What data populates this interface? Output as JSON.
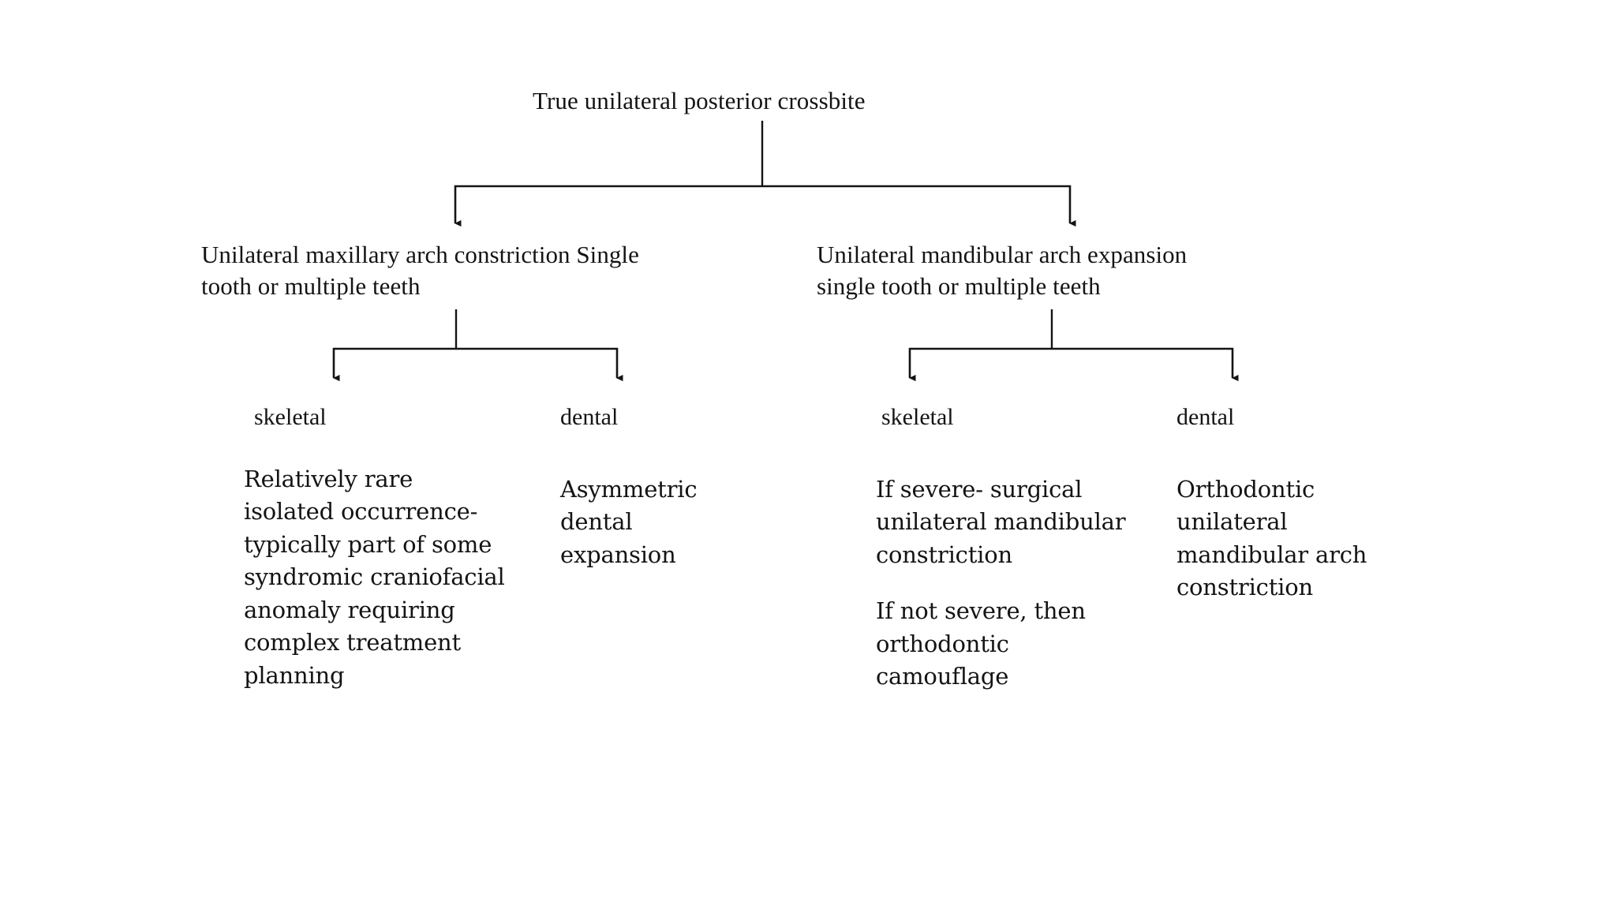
{
  "diagram": {
    "title_node": {
      "label": "True unilateral posterior crossbite"
    },
    "branches": [
      {
        "id": "maxillary",
        "label_line_1": "Unilateral maxillary arch constriction Single",
        "label_line_2": "tooth or multiple teeth",
        "children": [
          {
            "id": "maxillary-skeletal",
            "category": "skeletal",
            "detail": "Relatively rare isolated occurrence-typically part of some syndromic craniofacial anomaly requiring complex treatment planning"
          },
          {
            "id": "maxillary-dental",
            "category": "dental",
            "detail": "Asymmetric dental expansion"
          }
        ]
      },
      {
        "id": "mandibular",
        "label_line_1": "Unilateral mandibular arch expansion",
        "label_line_2": "single tooth or multiple teeth",
        "children": [
          {
            "id": "mandibular-skeletal",
            "category": "skeletal",
            "detail": "If  severe- surgical unilateral mandibular constriction",
            "detail_2": "If  not severe, then orthodontic camouflage"
          },
          {
            "id": "mandibular-dental",
            "category": "dental",
            "detail": "Orthodontic unilateral mandibular arch constriction"
          }
        ]
      }
    ],
    "style": {
      "line_color": "#141414",
      "text_color": "#141414",
      "background_color": "#ffffff"
    }
  }
}
